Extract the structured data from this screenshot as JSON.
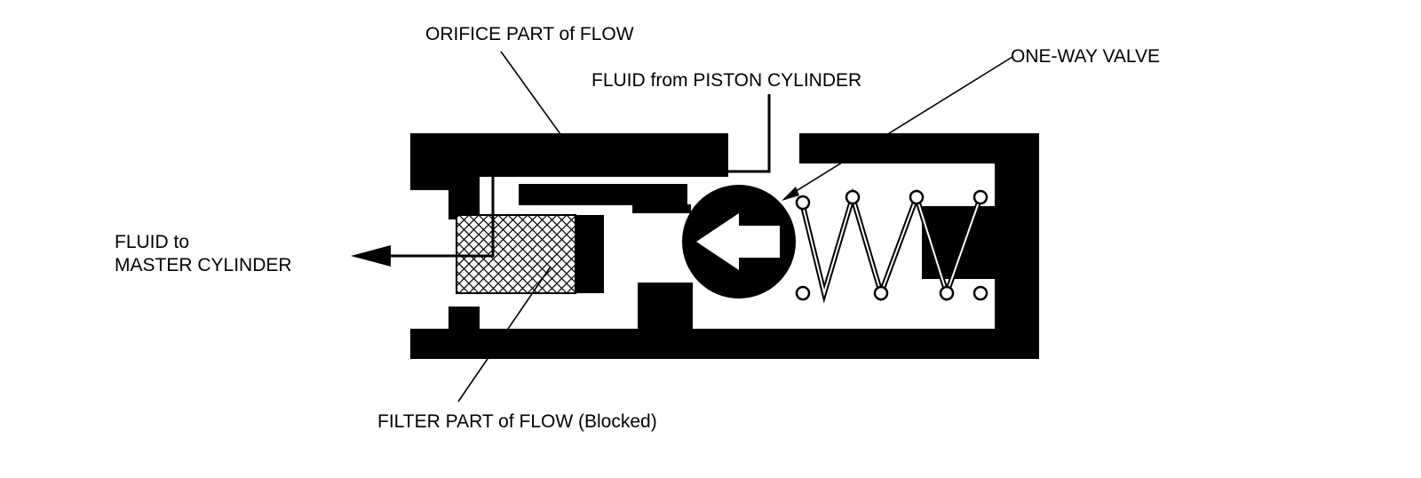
{
  "labels": {
    "orifice": "ORIFICE PART of FLOW",
    "fluid_from": "FLUID from PISTON CYLINDER",
    "one_way_valve": "ONE-WAY VALVE",
    "fluid_to_line1": "FLUID to",
    "fluid_to_line2": "MASTER CYLINDER",
    "filter": "FILTER PART of FLOW (Blocked)"
  },
  "colors": {
    "ink": "#000000",
    "paper": "#ffffff"
  }
}
